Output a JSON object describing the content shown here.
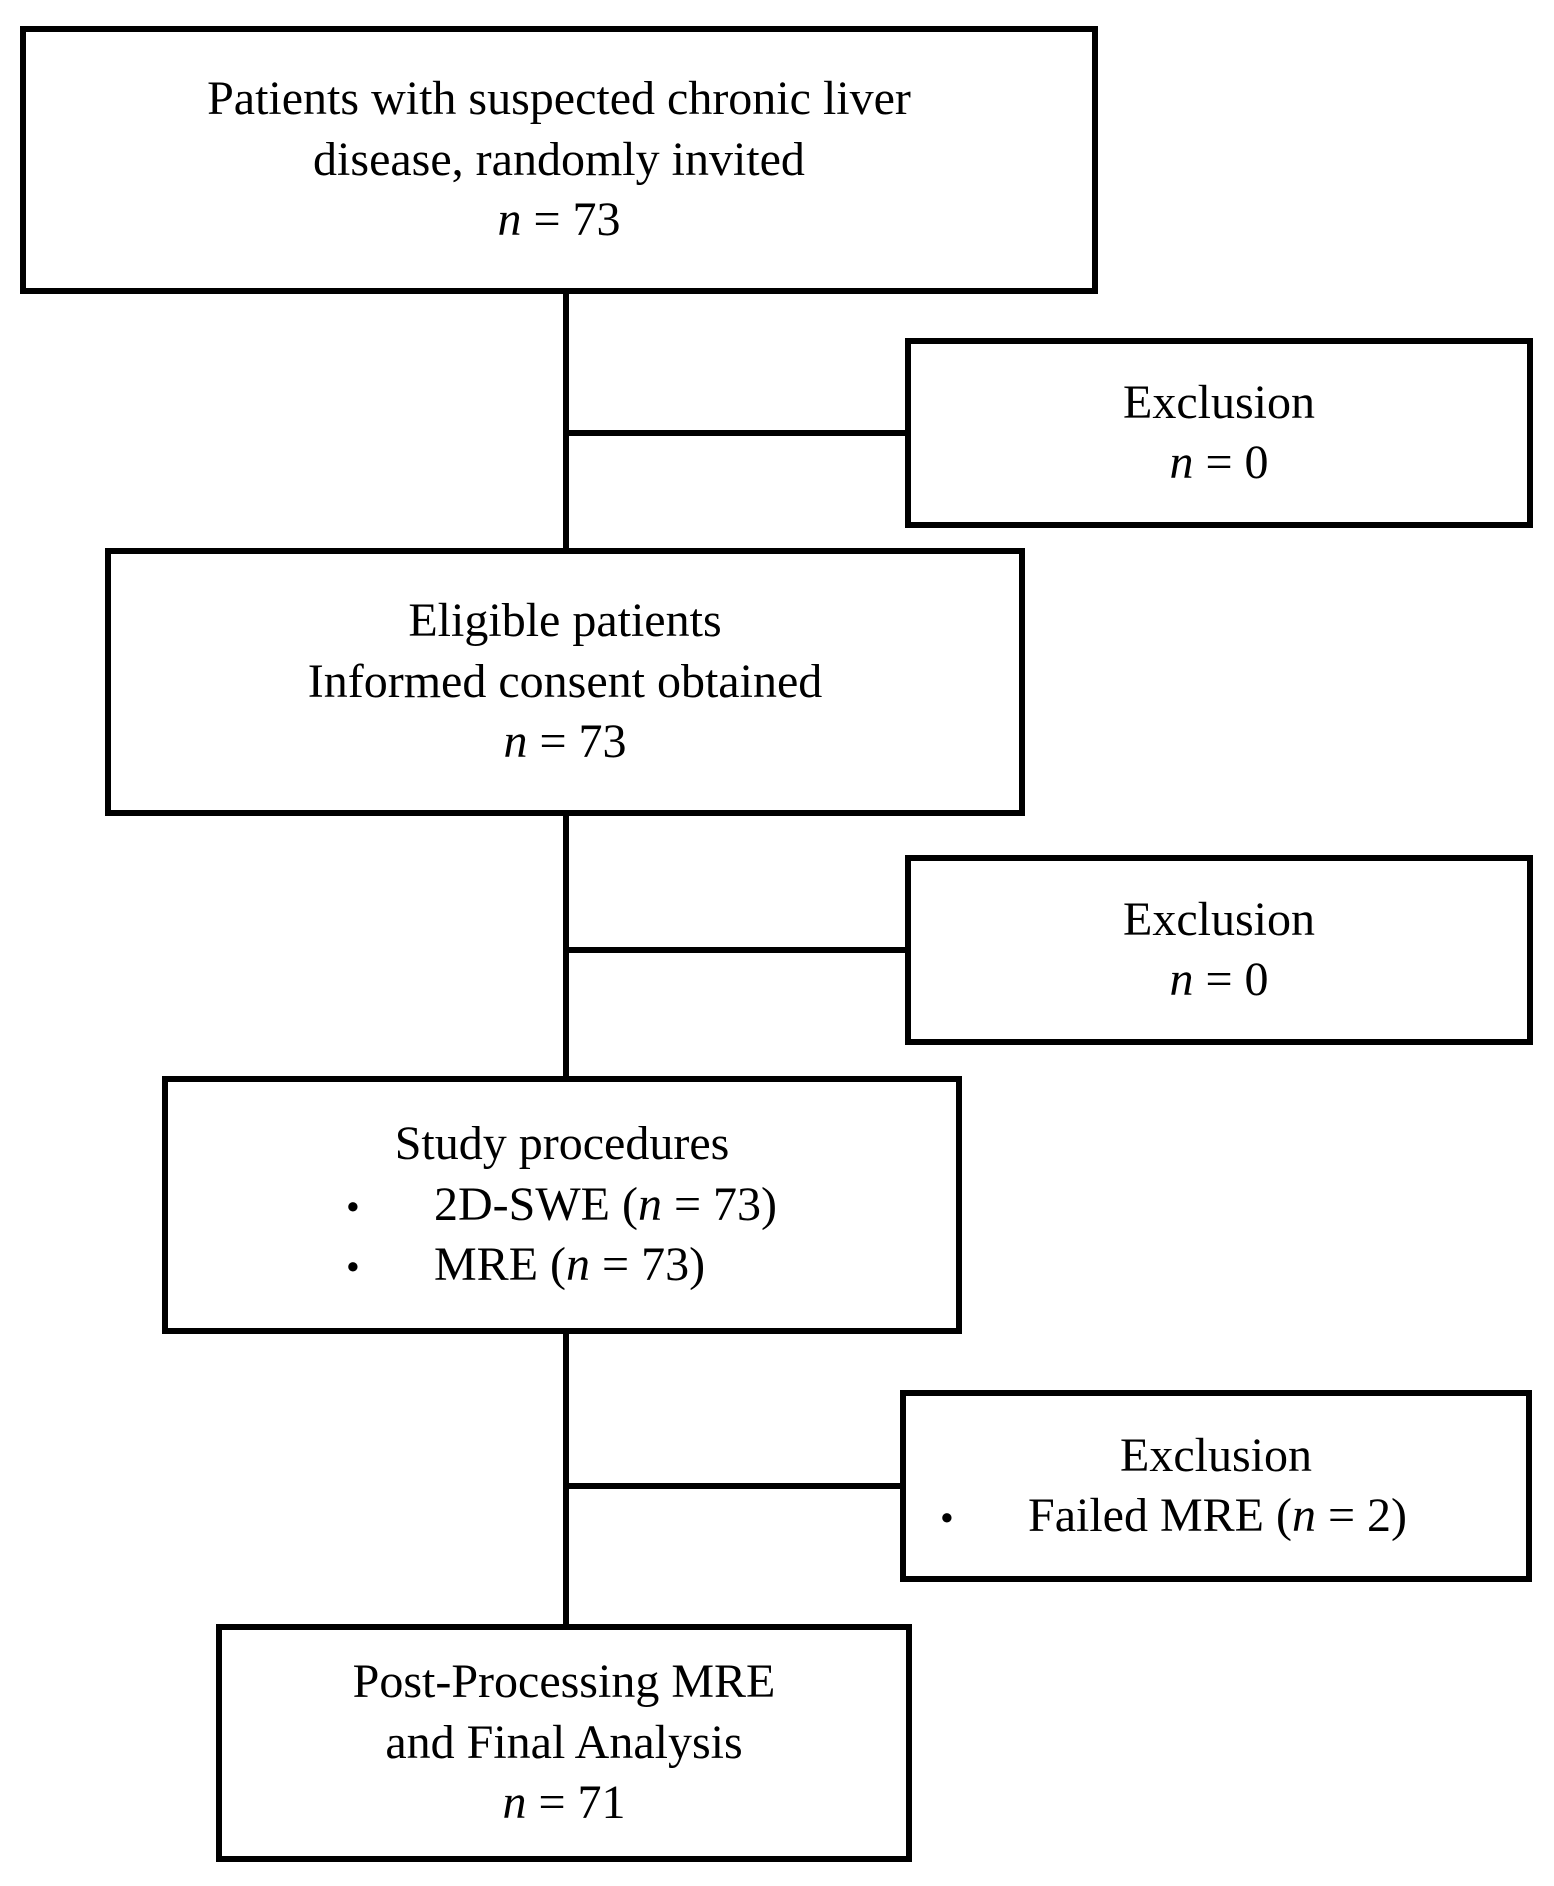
{
  "colors": {
    "background": "#ffffff",
    "line": "#000000",
    "text": "#000000"
  },
  "bullet_glyph": "•",
  "flow": {
    "box_invited": {
      "line1": "Patients with suspected chronic liver",
      "line2": "disease, randomly invited",
      "n": "n",
      "n_rest": " = 73"
    },
    "exclusion_1": {
      "title": "Exclusion",
      "n": "n",
      "n_rest": " = 0"
    },
    "box_eligible": {
      "line1": "Eligible patients",
      "line2": "Informed consent obtained",
      "n": "n",
      "n_rest": " = 73"
    },
    "exclusion_2": {
      "title": "Exclusion",
      "n": "n",
      "n_rest": " = 0"
    },
    "box_procedures": {
      "title": "Study procedures",
      "bullet1_pre": "2D-SWE (",
      "bullet1_n": "n",
      "bullet1_post": " = 73)",
      "bullet2_pre": "MRE (",
      "bullet2_n": "n",
      "bullet2_post": " = 73)"
    },
    "exclusion_3": {
      "title": "Exclusion",
      "bullet_pre": "Failed MRE (",
      "bullet_n": "n",
      "bullet_post": " = 2)"
    },
    "box_final": {
      "line1": "Post-Processing MRE",
      "line2": "and Final Analysis",
      "n": "n",
      "n_rest": " = 71"
    }
  }
}
